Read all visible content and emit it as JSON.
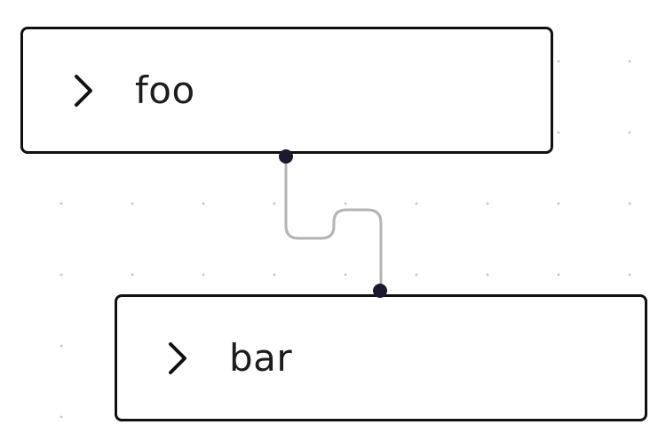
{
  "colors": {
    "background": "#ffffff",
    "grid_dot": "#c8c8c8",
    "node_border": "#111111",
    "edge": "#b4b4b4",
    "handle": "#1c1a2e",
    "text": "#1c1c1c"
  },
  "nodes": [
    {
      "label": "foo",
      "toggle_icon": "chevron-right-icon"
    },
    {
      "label": "bar",
      "toggle_icon": "chevron-right-icon"
    }
  ],
  "edges": [
    {
      "from": "foo",
      "to": "bar"
    }
  ]
}
